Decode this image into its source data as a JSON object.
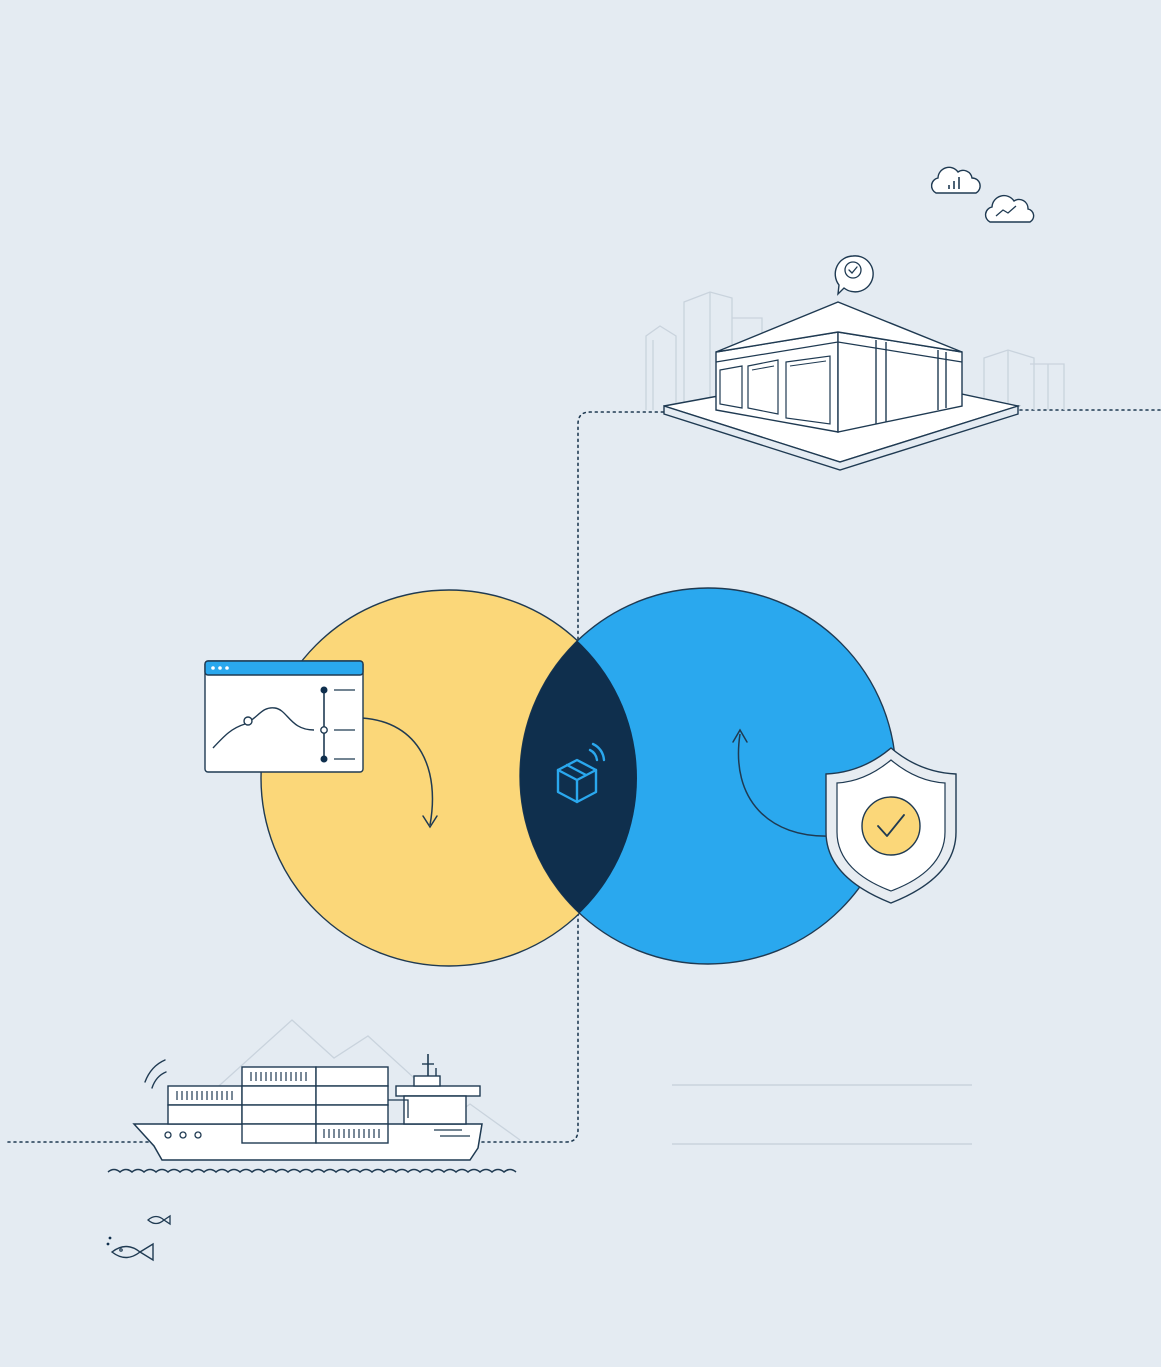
{
  "palette": {
    "background": "#e4ebf2",
    "ink": "#1f3a52",
    "ink_light": "#c9d3dd",
    "yellow": "#fbd779",
    "blue": "#2aa8ee",
    "navy": "#0f2f4d",
    "white": "#ffffff",
    "shield_fill": "#e7ecf1"
  },
  "diagram": {
    "nodes": [
      {
        "id": "warehouse",
        "icon": "warehouse-icon"
      },
      {
        "id": "cargo-ship",
        "icon": "cargo-ship-icon"
      },
      {
        "id": "analytics-window",
        "icon": "line-chart-window-icon"
      },
      {
        "id": "tracked-package",
        "icon": "smart-package-icon"
      },
      {
        "id": "security",
        "icon": "shield-check-icon"
      }
    ],
    "decorations": [
      "cloud-bar-chart-icon",
      "cloud-trend-icon",
      "check-speech-bubble-icon",
      "fish-icon",
      "fish-icon"
    ],
    "connections": [
      {
        "from": "cargo-ship",
        "to": "warehouse",
        "style": "dotted"
      }
    ]
  }
}
